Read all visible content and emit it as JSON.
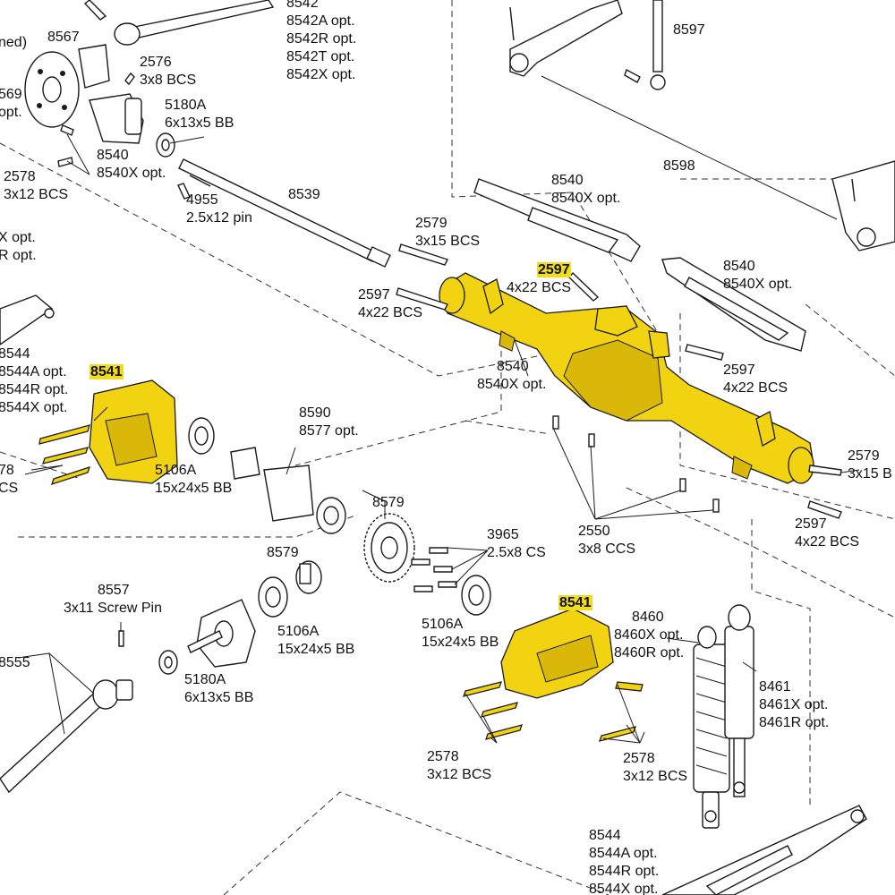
{
  "diagram": {
    "title": "",
    "colors": {
      "highlight": "#f2d312",
      "line": "#1a1a1a",
      "background": "#ffffff"
    },
    "callouts": [
      {
        "id": "c-8542",
        "lines": [
          "8542",
          "8542A opt.",
          "8542R opt.",
          "8542T opt.",
          "8542X opt."
        ]
      },
      {
        "id": "c-ned",
        "lines": [
          "ned)"
        ]
      },
      {
        "id": "c-8567",
        "lines": [
          "8567"
        ]
      },
      {
        "id": "c-569",
        "lines": [
          "569",
          "opt."
        ]
      },
      {
        "id": "c-2576",
        "lines": [
          "2576",
          "3x8 BCS"
        ]
      },
      {
        "id": "c-5180a-top",
        "lines": [
          "5180A",
          "6x13x5 BB"
        ]
      },
      {
        "id": "c-8540-left",
        "lines": [
          "8540",
          "8540X opt."
        ]
      },
      {
        "id": "c-2578-topleft",
        "lines": [
          "2578",
          "3x12 BCS"
        ]
      },
      {
        "id": "c-4955",
        "lines": [
          "4955",
          "2.5x12 pin"
        ]
      },
      {
        "id": "c-8539",
        "lines": [
          "8539"
        ]
      },
      {
        "id": "c-x-opt",
        "lines": [
          "X opt.",
          "R opt."
        ]
      },
      {
        "id": "c-8597",
        "lines": [
          "8597"
        ]
      },
      {
        "id": "c-8598",
        "lines": [
          "8598"
        ]
      },
      {
        "id": "c-8540-center",
        "lines": [
          "8540",
          "8540X opt."
        ]
      },
      {
        "id": "c-2579-top",
        "lines": [
          "2579",
          "3x15 BCS"
        ]
      },
      {
        "id": "c-2597-hl",
        "lines": [
          "2597",
          "4x22 BCS"
        ],
        "highlight_first": true
      },
      {
        "id": "c-2597-left",
        "lines": [
          "2597",
          "4x22 BCS"
        ]
      },
      {
        "id": "c-8540-right",
        "lines": [
          "8540",
          "8540X opt."
        ]
      },
      {
        "id": "c-8540-axle",
        "lines": [
          "8540",
          "8540X opt."
        ]
      },
      {
        "id": "c-2597-right",
        "lines": [
          "2597",
          "4x22 BCS"
        ]
      },
      {
        "id": "c-2579-right",
        "lines": [
          "2579",
          "3x15 B"
        ]
      },
      {
        "id": "c-2597-bottomright",
        "lines": [
          "2597",
          "4x22 BCS"
        ]
      },
      {
        "id": "c-2550",
        "lines": [
          "2550",
          "3x8 CCS"
        ]
      },
      {
        "id": "c-8544-left",
        "lines": [
          "8544",
          "8544A opt.",
          "8544R opt.",
          "8544X opt."
        ]
      },
      {
        "id": "c-8541-left",
        "lines": [
          "8541"
        ],
        "highlight_first": true
      },
      {
        "id": "c-78-ccs",
        "lines": [
          "78",
          "CS"
        ]
      },
      {
        "id": "c-5106a-left",
        "lines": [
          "5106A",
          "15x24x5 BB"
        ]
      },
      {
        "id": "c-8590",
        "lines": [
          "8590",
          "8577 opt."
        ]
      },
      {
        "id": "c-8579-top",
        "lines": [
          "8579"
        ]
      },
      {
        "id": "c-3965",
        "lines": [
          "3965",
          "2.5x8 CS"
        ]
      },
      {
        "id": "c-8579-mid",
        "lines": [
          "8579"
        ]
      },
      {
        "id": "c-5106a-mid",
        "lines": [
          "5106A",
          "15x24x5 BB"
        ]
      },
      {
        "id": "c-5106a-right",
        "lines": [
          "5106A",
          "15x24x5 BB"
        ]
      },
      {
        "id": "c-8557",
        "lines": [
          "8557",
          "3x11 Screw Pin"
        ]
      },
      {
        "id": "c-8555",
        "lines": [
          "8555"
        ]
      },
      {
        "id": "c-5180a-bottom",
        "lines": [
          "5180A",
          "6x13x5 BB"
        ]
      },
      {
        "id": "c-8541-right",
        "lines": [
          "8541"
        ],
        "highlight_first": true
      },
      {
        "id": "c-8460",
        "lines": [
          "8460",
          "8460X opt.",
          "8460R opt."
        ]
      },
      {
        "id": "c-8461",
        "lines": [
          "8461",
          "8461X opt.",
          "8461R opt."
        ]
      },
      {
        "id": "c-2578-bl",
        "lines": [
          "2578",
          "3x12 BCS"
        ]
      },
      {
        "id": "c-2578-br",
        "lines": [
          "2578",
          "3x12 BCS"
        ]
      },
      {
        "id": "c-8544-bottom",
        "lines": [
          "8544",
          "8544A opt.",
          "8544R opt.",
          "8544X opt."
        ]
      }
    ],
    "parts": [
      {
        "id": "axle-housing",
        "icon": "axle-housing-icon",
        "highlighted": true
      },
      {
        "id": "diff-cover-left",
        "icon": "diff-cover-icon",
        "highlighted": true
      },
      {
        "id": "diff-cover-right",
        "icon": "diff-cover-icon",
        "highlighted": true
      },
      {
        "id": "link-mount-top",
        "icon": "link-mount-icon",
        "highlighted": false
      },
      {
        "id": "link-mount-right",
        "icon": "link-mount-icon",
        "highlighted": false
      },
      {
        "id": "driveshaft",
        "icon": "driveshaft-icon",
        "highlighted": false
      },
      {
        "id": "ring-gear",
        "icon": "ring-gear-icon",
        "highlighted": false
      },
      {
        "id": "shock",
        "icon": "shock-absorber-icon",
        "highlighted": false
      },
      {
        "id": "lower-link",
        "icon": "suspension-link-icon",
        "highlighted": false
      },
      {
        "id": "brake-rotor",
        "icon": "brake-rotor-icon",
        "highlighted": false
      }
    ]
  }
}
